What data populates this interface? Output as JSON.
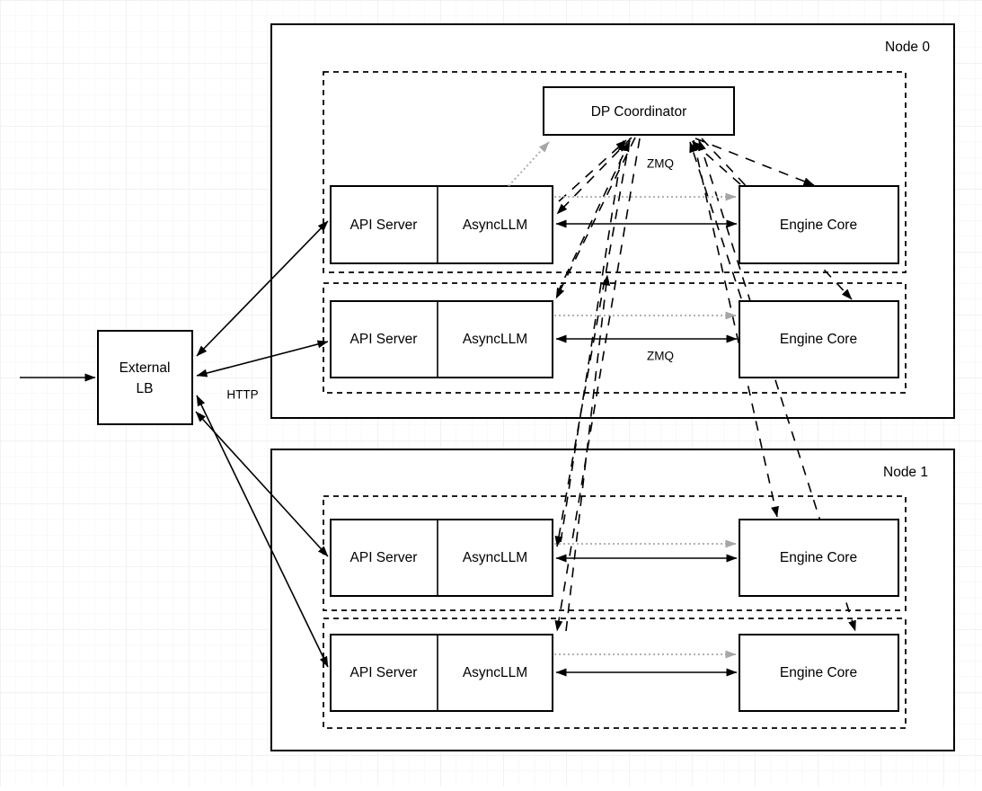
{
  "diagram": {
    "nodes": [
      {
        "label": "Node 0"
      },
      {
        "label": "Node 1"
      }
    ],
    "external_lb": {
      "line1": "External",
      "line2": "LB"
    },
    "coordinator_label": "DP Coordinator",
    "rows": [
      {
        "api": "API Server",
        "llm": "AsyncLLM",
        "engine": "Engine Core"
      },
      {
        "api": "API Server",
        "llm": "AsyncLLM",
        "engine": "Engine Core"
      },
      {
        "api": "API Server",
        "llm": "AsyncLLM",
        "engine": "Engine Core"
      },
      {
        "api": "API Server",
        "llm": "AsyncLLM",
        "engine": "Engine Core"
      }
    ],
    "edge_labels": {
      "http": "HTTP",
      "zmq_coordinator": "ZMQ",
      "zmq_row": "ZMQ"
    },
    "colors": {
      "line": "#000000",
      "gray_line": "#a6a6a6",
      "grid_minor": "#f3f3f3",
      "grid_major": "#e4e4e6"
    }
  }
}
